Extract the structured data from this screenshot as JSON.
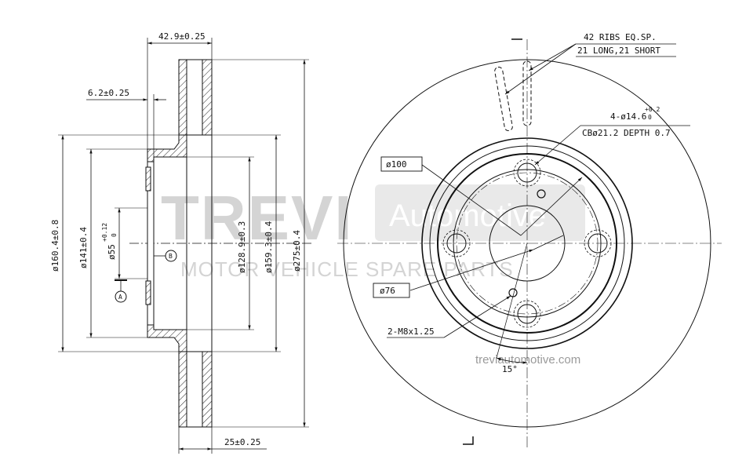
{
  "watermark": {
    "brand": "TREVI",
    "brand_sub": "Automotive",
    "tagline": "MOTOR VEHICLE SPARE PARTS",
    "website": "treviautomotive.com"
  },
  "side_view": {
    "dims": {
      "overall_thickness": "42.9±0.25",
      "hub_thickness": "6.2±0.25",
      "disc_thickness": "25±0.25",
      "d_160": "ø160.4±0.8",
      "d_141": "ø141±0.4",
      "d_55": "ø55",
      "d_55_tol_upper": "+0.12",
      "d_55_tol_lower": "0",
      "d_128": "ø128.9±0.3",
      "d_159": "ø159.3±0.4",
      "d_275": "ø275±0.4"
    },
    "datum_a": "A",
    "datum_b": "B"
  },
  "front_view": {
    "ribs_line1": "42 RIBS EQ.SP.",
    "ribs_line2": "21 LONG,21 SHORT",
    "holes_main": "4-ø14.6",
    "holes_tol_upper": "+0.2",
    "holes_tol_lower": "0",
    "counterbore": "CBø21.2 DEPTH 0.7",
    "pcd": "ø100",
    "center_bore": "ø76",
    "threads": "2-M8x1.25",
    "angle": "15°"
  }
}
